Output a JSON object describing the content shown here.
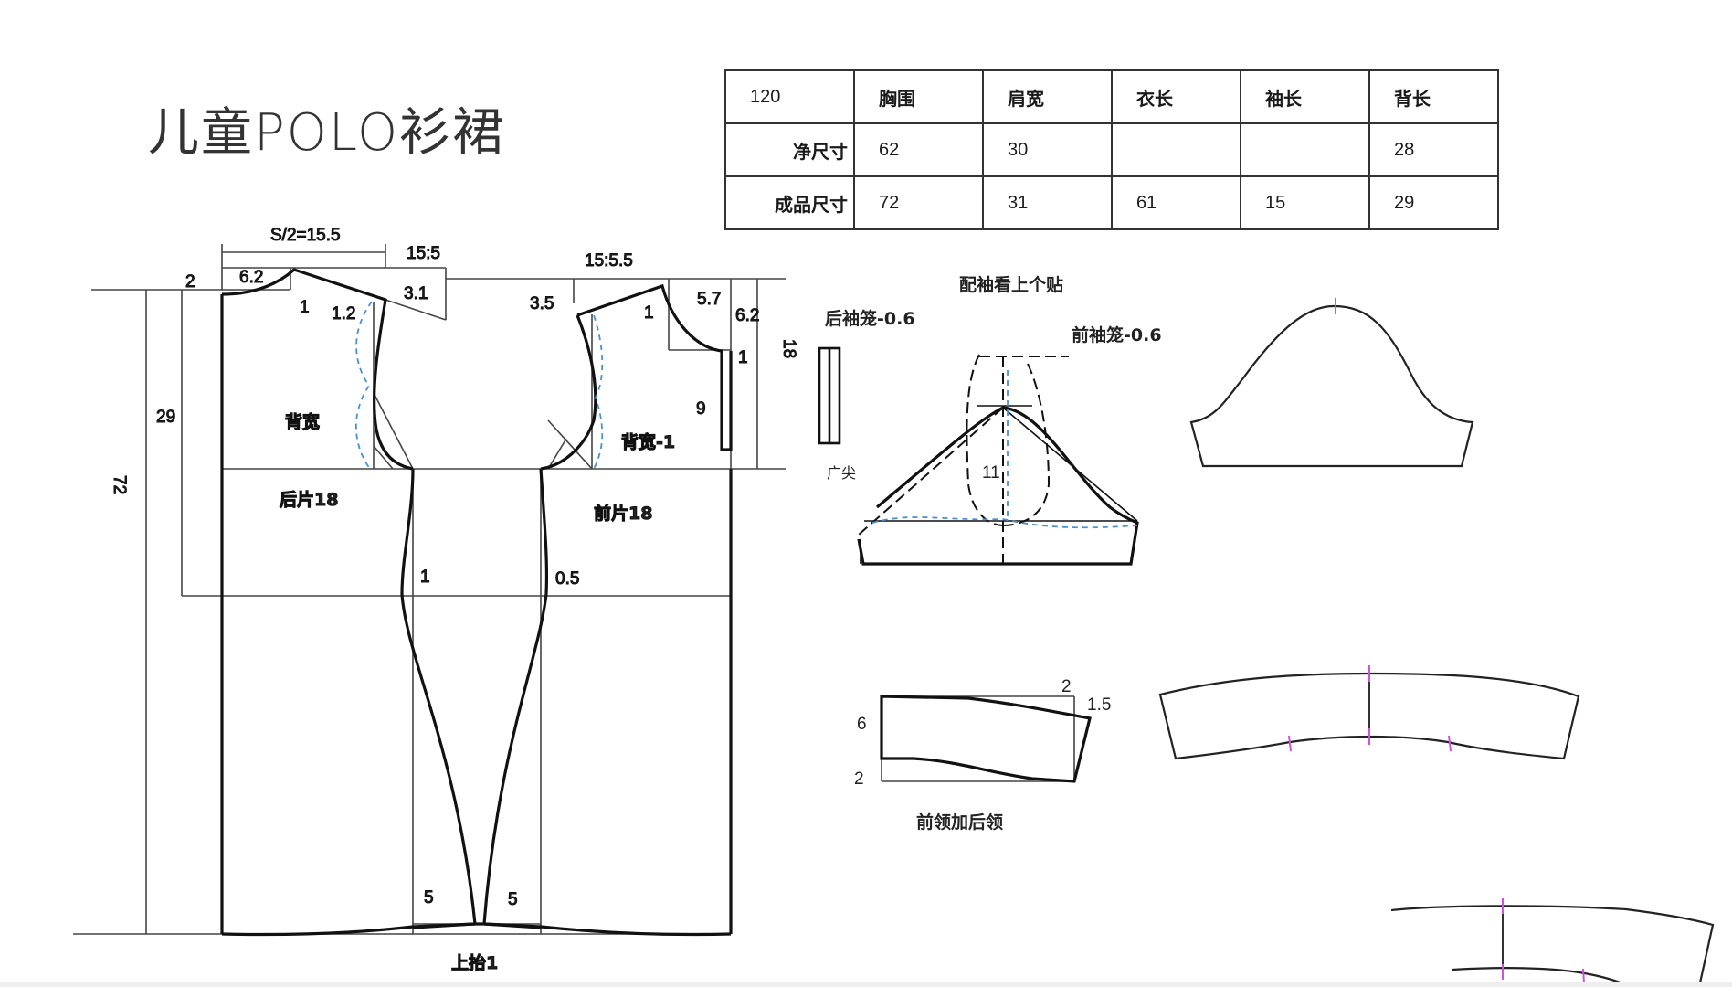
{
  "title": "儿童POLO衫裙",
  "spec_table": {
    "size": "120",
    "columns": [
      "胸围",
      "肩宽",
      "衣长",
      "袖长",
      "背长"
    ],
    "rows": [
      {
        "label": "净尺寸",
        "values": [
          "62",
          "30",
          "",
          "",
          "28"
        ]
      },
      {
        "label": "成品尺寸",
        "values": [
          "72",
          "31",
          "61",
          "15",
          "29"
        ]
      }
    ]
  },
  "main_pattern": {
    "labels": {
      "shoulder_half": "S/2=15.5",
      "back_shoulder_slope": "15:5",
      "front_shoulder_slope": "15:5.5",
      "back_neck_width": "6.2",
      "back_neck_depth": "2",
      "back_shoulder_drop": "1",
      "back_armhole_offset": "1.2",
      "back_shoulder_extend": "3.1",
      "front_shoulder_offset": "3.5",
      "front_shoulder_drop": "1",
      "front_neck_width": "5.7",
      "front_neck_depth": "6.2",
      "placket_offset": "1",
      "placket_length": "9",
      "armhole_depth": "18",
      "back_length": "29",
      "total_length": "72",
      "back_width": "背宽",
      "front_width": "背宽-1",
      "back_piece": "后片18",
      "front_piece": "前片18",
      "back_waist_suppression": "1",
      "front_waist_suppression": "0.5",
      "hem_left": "5",
      "hem_right": "5",
      "hem_lift": "上抬1"
    }
  },
  "sleeve_draft": {
    "note": "配袖看上个贴",
    "back_armhole": "后袖笼-0.6",
    "front_armhole": "前袖笼-0.6",
    "cap_height": "11",
    "side_mark": "广尖"
  },
  "collar_draft": {
    "label": "前领加后领",
    "height": "6",
    "stand": "2",
    "tip_rise": "2",
    "tip_extend": "1.5"
  },
  "colors": {
    "line": "#111111",
    "guide": "#555555",
    "dashed_blue": "#4a90d9",
    "notch": "#d050e0"
  }
}
